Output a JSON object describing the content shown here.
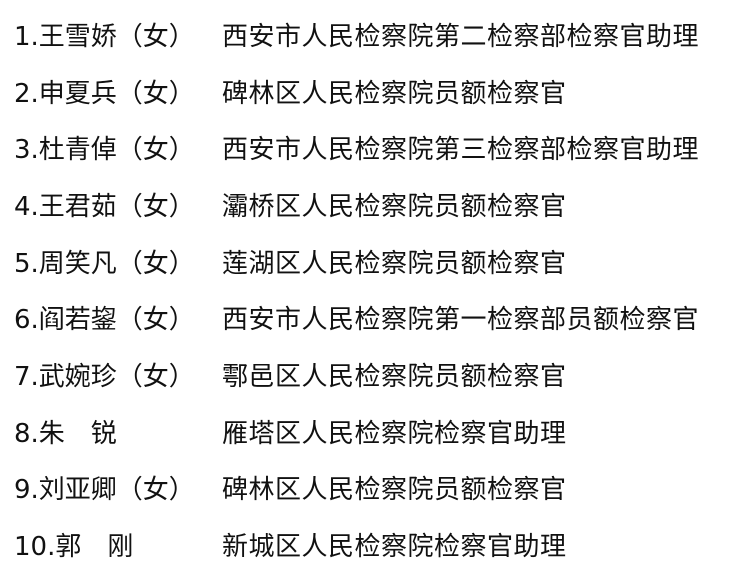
{
  "entries": [
    {
      "name": "1.王雪娇（女）",
      "post": "西安市人民检察院第二检察部检察官助理"
    },
    {
      "name": "2.申夏兵（女）",
      "post": "碑林区人民检察院员额检察官"
    },
    {
      "name": "3.杜青倬（女）",
      "post": "西安市人民检察院第三检察部检察官助理"
    },
    {
      "name": "4.王君茹（女）",
      "post": "灞桥区人民检察院员额检察官"
    },
    {
      "name": "5.周笑凡（女）",
      "post": "莲湖区人民检察院员额检察官"
    },
    {
      "name": "6.阎若鋆（女）",
      "post": "西安市人民检察院第一检察部员额检察官"
    },
    {
      "name": "7.武婉珍（女）",
      "post": "鄠邑区人民检察院员额检察官"
    },
    {
      "name": "8.朱　锐",
      "post": "雁塔区人民检察院检察官助理"
    },
    {
      "name": "9.刘亚卿（女）",
      "post": "碑林区人民检察院员额检察官"
    },
    {
      "name": "10.郭　刚",
      "post": "新城区人民检察院检察官助理"
    }
  ]
}
